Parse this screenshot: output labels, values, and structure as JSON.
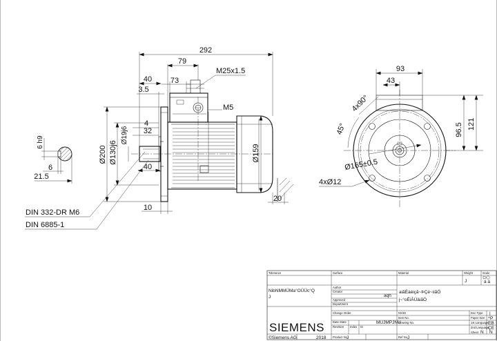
{
  "dimensions": {
    "overall_length": "292",
    "box_offset": "79",
    "box_width": "73",
    "shaft_length": "40",
    "flange_offset": "3.5",
    "cable_gland": "M25x1.5",
    "thread": "M5",
    "key_height": "4",
    "shaft_dia": "32",
    "flange_dia": "Ø200",
    "spigot_dia": "Ø130j6",
    "shaft_dia_tol": "Ø19j6",
    "shaft_key_len": "40",
    "frame_dia": "Ø159",
    "flange_thickness": "10",
    "foot_gap": "20",
    "key_width": "6",
    "key_width_tol": "h9",
    "key_slot": "6",
    "shaft_section": "21.5",
    "side_width": "93",
    "side_offset": "43",
    "height_shaft": "96.5",
    "height_total": "121",
    "bolt_angle": "4x90°",
    "bolt_offset_angle": "45°",
    "pcd": "Ø165±0.5",
    "holes": "4xØ12"
  },
  "notes": {
    "din_center": "DIN 332-DR M6",
    "din_key": "DIN 6885-1"
  },
  "title_block": {
    "tolerance_label": "Tolerance",
    "surface_label": "Surface",
    "material_label": "Material",
    "weight_label": "Weight",
    "weight_value": "J",
    "scale_label": "Scale",
    "scale_value": "á á",
    "ref_label": "NibNMMÜMa°OÜÜc°Q",
    "ref_sub": "J",
    "author_label": "Author",
    "creator_label": "Creator",
    "creator_value": "aqh",
    "approved_label": "Approved",
    "department_label": "Department",
    "change_label": "Change Order",
    "date_label": "Date State",
    "date_value": "MUJMPJNU",
    "revision_label": "Revision",
    "index_label": "Index",
    "index_value": "IS",
    "product_label": "Product No.",
    "product_value": "J",
    "desc_line1": "aiãÉáéiçã~ÞÇé~iiãÖ",
    "desc_line2": "j~°oÉiÃÚäiãÖ",
    "nx_label": "NX/ID",
    "item_label": "Item No.",
    "drawing_label": "Drawing No.",
    "ref_no_label": "Ref No.",
    "ref_no_value": "J",
    "doc_type_label": "Doc Type",
    "doc_type_value": "|",
    "paper_label": "Paper Size",
    "paper_value": "^P",
    "lang1_label": "1st Language",
    "lang1_value": "EB",
    "lang2_label": "2nd Language",
    "lang2_value": "ÇE",
    "sheet_label": "Sheet",
    "sheet_value": "N",
    "sheet_of": "N",
    "company": "SIEMENS",
    "copyright": "©Siemens AG",
    "year": "2018"
  }
}
